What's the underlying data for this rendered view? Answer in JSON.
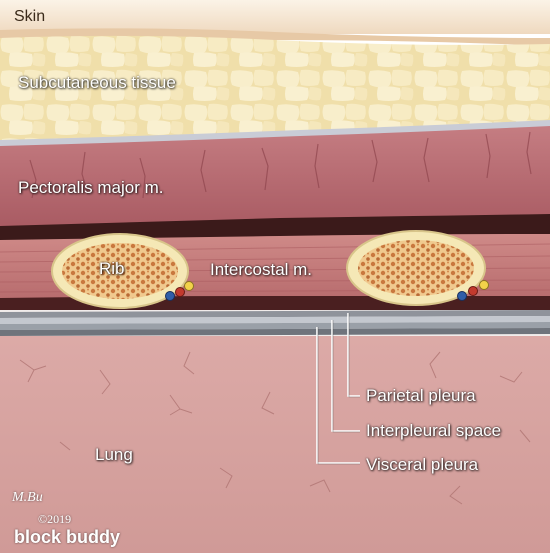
{
  "labels": {
    "skin": "Skin",
    "subcutaneous": "Subcutaneous tissue",
    "pectoralis": "Pectoralis major m.",
    "rib": "Rib",
    "intercostal": "Intercostal m.",
    "lung": "Lung",
    "parietal_pleura": "Parietal pleura",
    "interpleural_space": "Interpleural space",
    "visceral_pleura": "Visceral pleura"
  },
  "signature": {
    "artist_mark": "M.Bu",
    "copyright": "©2019",
    "brand": "block buddy"
  },
  "colors": {
    "skin": "#f5e9d8",
    "fat": "#f3e6b8",
    "muscle": "#b56a70",
    "intercostal": "#c8787a",
    "bone_cortex": "#f4e6b0",
    "bone_marrow": "#d98a4a",
    "pleura": "#8a8e96",
    "lung": "#d6a09e",
    "vein": "#2f5ea8",
    "artery": "#c23a2e",
    "nerve": "#f2d24a"
  }
}
